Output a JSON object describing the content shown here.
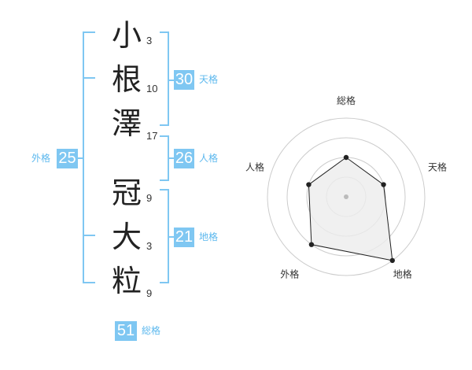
{
  "name": {
    "surname": [
      {
        "char": "小",
        "strokes": "3"
      },
      {
        "char": "根",
        "strokes": "10"
      },
      {
        "char": "澤",
        "strokes": "17"
      }
    ],
    "given": [
      {
        "char": "冠",
        "strokes": "9"
      },
      {
        "char": "大",
        "strokes": "3"
      },
      {
        "char": "粒",
        "strokes": "9"
      }
    ]
  },
  "kakusu": {
    "tenkaku": {
      "value": "30",
      "label": "天格"
    },
    "jinkaku": {
      "value": "26",
      "label": "人格"
    },
    "chikaku": {
      "value": "21",
      "label": "地格"
    },
    "gaikaku": {
      "value": "25",
      "label": "外格"
    },
    "soukaku": {
      "value": "51",
      "label": "総格"
    }
  },
  "chart_data": {
    "type": "radar",
    "axes": [
      "総格",
      "天格",
      "地格",
      "外格",
      "人格"
    ],
    "rings": 4,
    "values": [
      2,
      2,
      4,
      3,
      2
    ],
    "max": 4,
    "colors": {
      "line": "#222222",
      "fill": "#ececec",
      "grid": "#cccccc",
      "center": "#bbbbbb"
    }
  }
}
